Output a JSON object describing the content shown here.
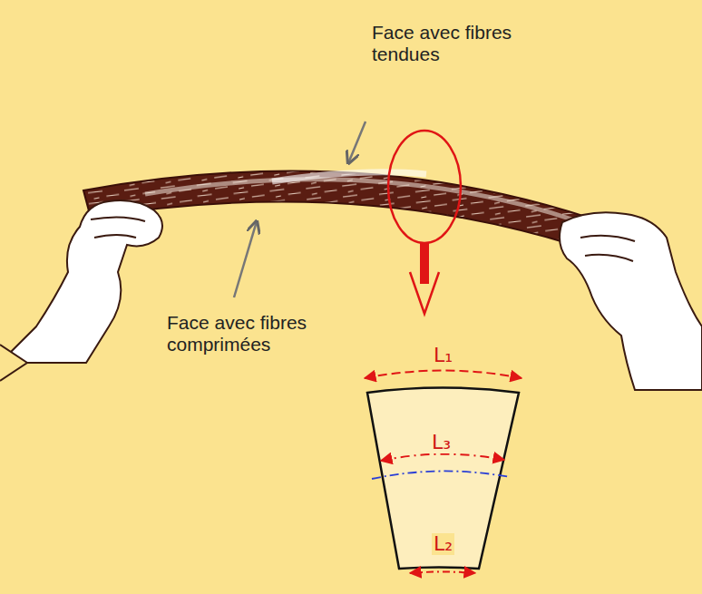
{
  "diagram": {
    "labels": [
      "Face avec fibres tendues",
      "Face avec fibres comprimées",
      "L₁",
      "L₃",
      "L₂"
    ]
  }
}
